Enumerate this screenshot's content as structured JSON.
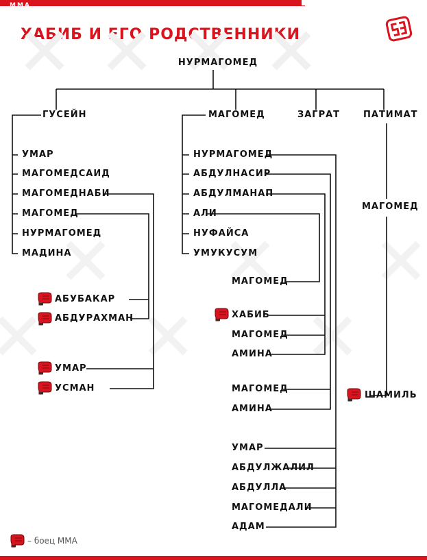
{
  "header": {
    "tag": "ММА",
    "title": "ХАБИБ И ЕГО РОДСТВЕННИКИ"
  },
  "icons": {
    "logo": "sports-ru-logo-icon",
    "fighter": "boxing-glove-icon",
    "watermark": "x-pattern-watermark"
  },
  "colors": {
    "accent": "#d9141e",
    "line": "#111111",
    "text": "#111111"
  },
  "tree": {
    "root": "НУРМАГОМЕД",
    "branch_gusein": {
      "name": "ГУСЕЙН",
      "children": [
        "УМАР",
        "МАГОМЕДСАИД",
        "МАГОМЕДНАБИ",
        "МАГОМЕД",
        "НУРМАГОМЕД",
        "МАДИНА"
      ],
      "grandchildren_magomed": [
        "АБУБАКАР",
        "АБДУРАХМАН"
      ],
      "grandchildren_magomednabi": [
        "УМАР",
        "УСМАН"
      ]
    },
    "branch_magomed": {
      "name": "МАГОМЕД",
      "children": [
        "НУРМАГОМЕД",
        "АБДУЛНАСИР",
        "АБДУЛМАНАП",
        "АЛИ",
        "НУФАЙСА",
        "УМУКУСУМ"
      ],
      "grandchildren_ali": [
        "МАГОМЕД"
      ],
      "grandchildren_abdulmanap": [
        "ХАБИБ",
        "МАГОМЕД",
        "АМИНА"
      ],
      "grandchildren_abdulnasir": [
        "МАГОМЕД",
        "АМИНА"
      ],
      "grandchildren_nurmagomed": [
        "УМАР",
        "АБДУЛЖАЛИЛ",
        "АБДУЛЛА",
        "МАГОМЕДАЛИ",
        "АДАМ"
      ]
    },
    "branch_zagrat": {
      "name": "ЗАГРАТ"
    },
    "branch_patimat": {
      "name": "ПАТИМАТ",
      "children": [
        "МАГОМЕД"
      ],
      "grandchildren": [
        "ШАМИЛЬ"
      ]
    }
  },
  "legend": {
    "text": "– боец ММА"
  }
}
